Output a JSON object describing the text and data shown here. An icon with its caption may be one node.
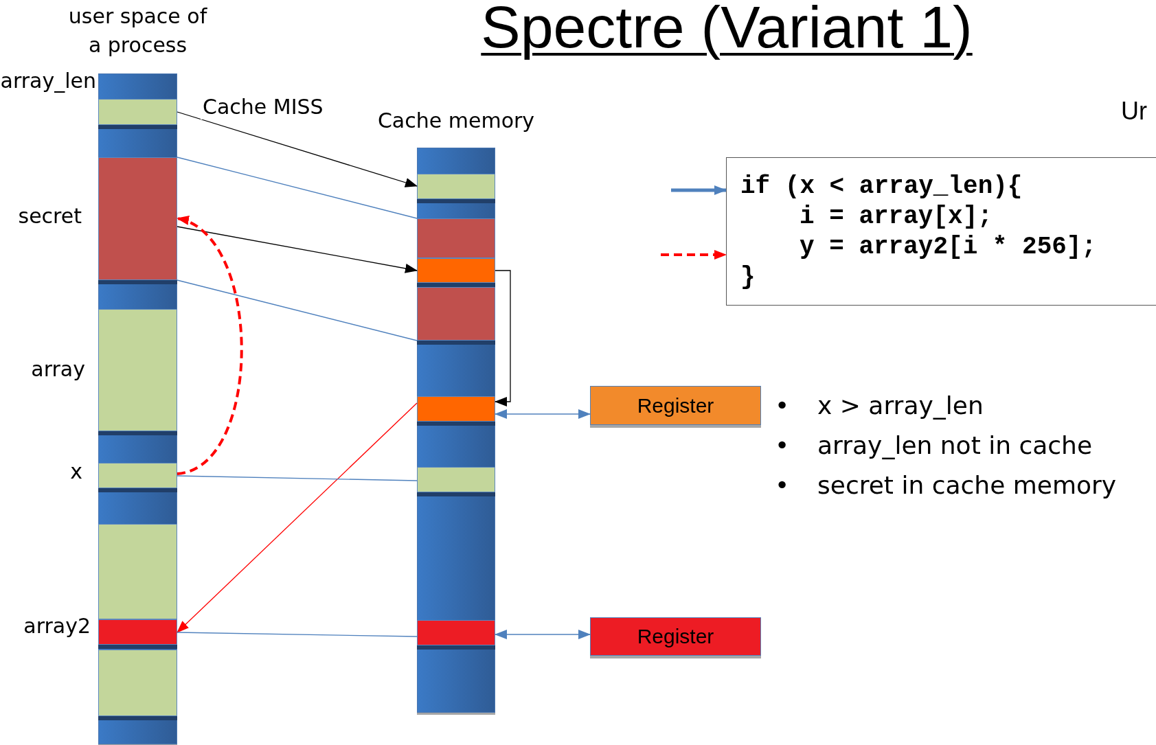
{
  "diagram": {
    "title": "Spectre (Variant 1)",
    "nodes": [
      {
        "text": [
          "user space of a process"
        ]
      },
      {
        "text": [],
        "shape": "box",
        "in": 0,
        "beside": [
          "array_len"
        ]
      },
      {
        "text": [],
        "shape": "box",
        "in": 0,
        "beside": [
          "secret"
        ]
      },
      {
        "text": [],
        "shape": "box",
        "in": 0,
        "beside": [
          "array"
        ]
      },
      {
        "text": [],
        "shape": "box",
        "in": 0,
        "beside": [
          "x"
        ]
      },
      {
        "text": [],
        "shape": "box",
        "in": 0
      },
      {
        "text": [],
        "shape": "box",
        "in": 0,
        "beside": [
          "array2"
        ]
      },
      {
        "text": [],
        "shape": "box",
        "in": 0
      },
      {
        "text": [
          "Cache memory"
        ]
      },
      {
        "text": [],
        "shape": "box",
        "in": 8
      },
      {
        "text": [],
        "shape": "box",
        "in": 8
      },
      {
        "text": [],
        "shape": "box",
        "in": 8
      },
      {
        "text": [],
        "shape": "box",
        "in": 8
      },
      {
        "text": [],
        "shape": "box",
        "in": 8
      },
      {
        "text": [],
        "shape": "box",
        "in": 8
      },
      {
        "text": [],
        "shape": "box",
        "in": 8
      },
      {
        "text": [
          "Register"
        ]
      },
      {
        "text": [
          "Register"
        ]
      },
      {
        "text": [
          "if (x < array_len){",
          "i = array[x];",
          "y = array2[i * 256];",
          "}"
        ]
      }
    ],
    "edges": [
      {
        "from": 1,
        "to": 9,
        "arrow": "to",
        "label": "Cache MISS",
        "color": "#000000"
      },
      {
        "from": 2,
        "to": 11,
        "arrow": "to",
        "color": "#000000"
      },
      {
        "from": 11,
        "to": 13,
        "arrow": "to",
        "color": "#000000"
      },
      {
        "from": 4,
        "to": 2,
        "arrow": "to",
        "style": "dashed",
        "color": "#ff0000"
      },
      {
        "from": 13,
        "to": 6,
        "arrow": "to",
        "color": "#ff0000"
      },
      {
        "from": 2,
        "to": 10,
        "arrow": "none"
      },
      {
        "from": 2,
        "to": 12,
        "arrow": "none"
      },
      {
        "from": 4,
        "to": 14,
        "arrow": "none"
      },
      {
        "from": 6,
        "to": 15,
        "arrow": "none"
      },
      {
        "from": 13,
        "to": 16,
        "arrow": "both"
      },
      {
        "from": 15,
        "to": 17,
        "arrow": "both"
      },
      {
        "from": null,
        "to": 18,
        "arrow": "to",
        "style": "thick"
      },
      {
        "from": null,
        "to": 18,
        "arrow": "to",
        "style": "dashed",
        "color": "#ff0000"
      }
    ],
    "labels": [
      "Ur",
      "•",
      "x > array_len",
      "•",
      "array_len not in cache",
      "•",
      "secret in cache memory"
    ]
  }
}
